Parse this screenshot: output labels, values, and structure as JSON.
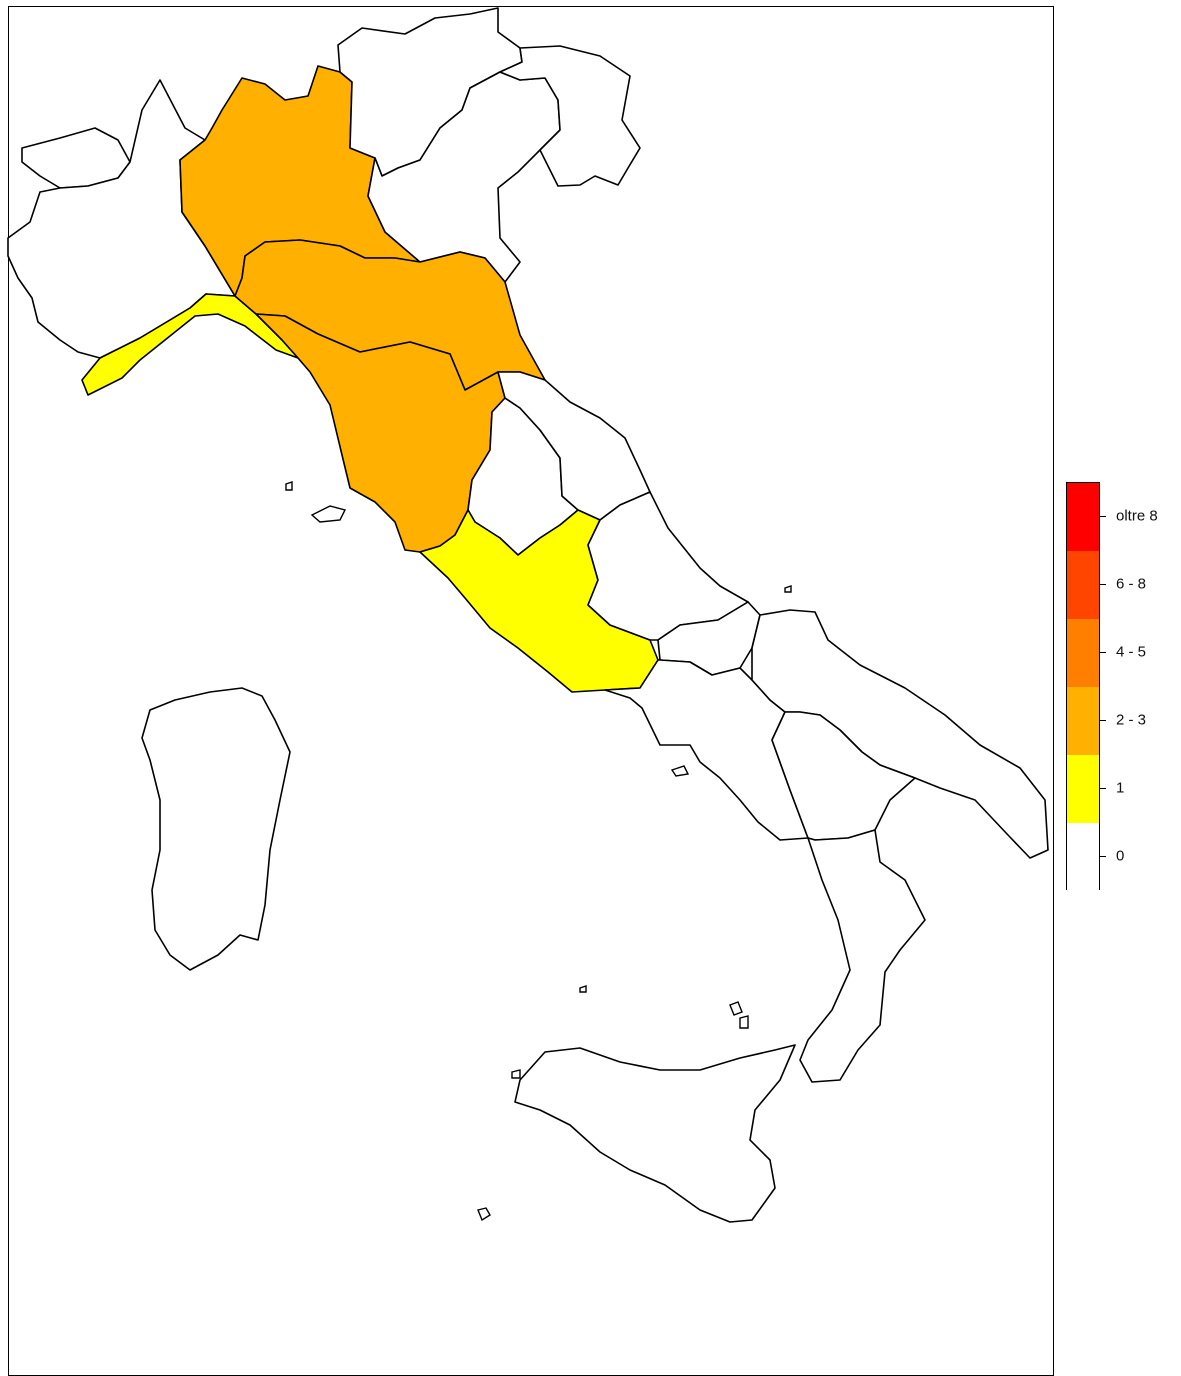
{
  "map": {
    "country": "Italy",
    "background": "#ffffff",
    "border_color": "#000000",
    "regions": [
      {
        "name": "Valle d'Aosta",
        "bin": "0"
      },
      {
        "name": "Piemonte",
        "bin": "0"
      },
      {
        "name": "Lombardia",
        "bin": "2 - 3"
      },
      {
        "name": "Trentino-Alto Adige",
        "bin": "0"
      },
      {
        "name": "Veneto",
        "bin": "0"
      },
      {
        "name": "Friuli-Venezia Giulia",
        "bin": "0"
      },
      {
        "name": "Liguria",
        "bin": "1"
      },
      {
        "name": "Emilia-Romagna",
        "bin": "2 - 3"
      },
      {
        "name": "Toscana",
        "bin": "2 - 3"
      },
      {
        "name": "Umbria",
        "bin": "0"
      },
      {
        "name": "Marche",
        "bin": "0"
      },
      {
        "name": "Lazio",
        "bin": "1"
      },
      {
        "name": "Abruzzo",
        "bin": "0"
      },
      {
        "name": "Molise",
        "bin": "0"
      },
      {
        "name": "Campania",
        "bin": "0"
      },
      {
        "name": "Puglia",
        "bin": "0"
      },
      {
        "name": "Basilicata",
        "bin": "0"
      },
      {
        "name": "Calabria",
        "bin": "0"
      },
      {
        "name": "Sicilia",
        "bin": "0"
      },
      {
        "name": "Sardegna",
        "bin": "0"
      }
    ]
  },
  "legend": {
    "bins": [
      {
        "label": "oltre 8",
        "color": "#ff0000"
      },
      {
        "label": "6 - 8",
        "color": "#ff4500"
      },
      {
        "label": "4 - 5",
        "color": "#ff7f00"
      },
      {
        "label": "2 - 3",
        "color": "#ffb000"
      },
      {
        "label": "1",
        "color": "#ffff00"
      },
      {
        "label": "0",
        "color": "#ffffff"
      }
    ]
  }
}
